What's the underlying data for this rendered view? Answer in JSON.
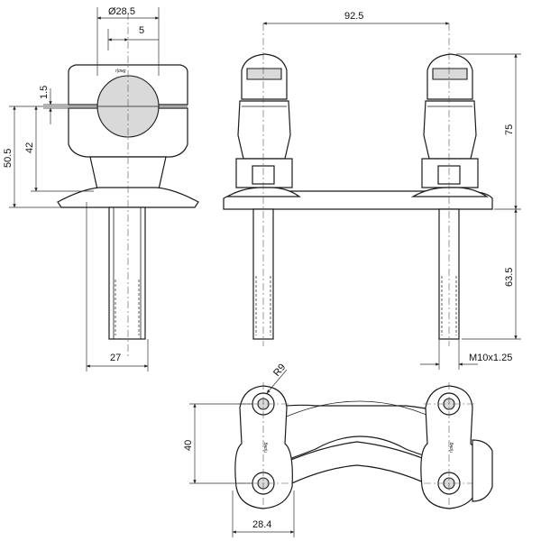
{
  "dimensions": {
    "bar_diameter": "Ø28.5",
    "offset": "5",
    "gap": "1.5",
    "height_overall": "50.5",
    "height_clamp": "42",
    "base_width": "27",
    "center_distance": "92.5",
    "total_height": "75",
    "stud_length": "63.5",
    "thread_spec": "M10x1.25",
    "radius": "R9",
    "top_depth": "40",
    "top_width": "28.4"
  },
  "logo": "r|ɑɴɡ"
}
